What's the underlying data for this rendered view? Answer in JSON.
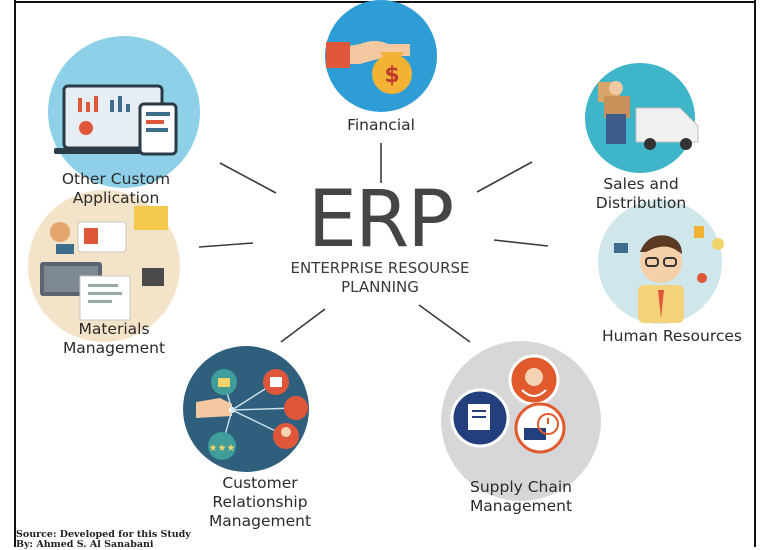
{
  "center": {
    "title": "ERP",
    "subtitle_line1": "ENTERPRISE RESOURSE",
    "subtitle_line2": "PLANNING"
  },
  "modules": [
    {
      "name": "financial",
      "line1": "Financial",
      "line2": "",
      "line3": "",
      "icon": "money-bag-hand-icon",
      "color": "#2e9dd6"
    },
    {
      "name": "sales",
      "line1": "Sales and",
      "line2": "Distribution",
      "line3": "",
      "icon": "delivery-van-icon",
      "color": "#3fb5c9"
    },
    {
      "name": "hr",
      "line1": "Human Resources",
      "line2": "",
      "line3": "",
      "icon": "person-with-ideas-icon",
      "color": "#cfe6ea"
    },
    {
      "name": "scm",
      "line1": "Supply Chain",
      "line2": "Management",
      "line3": "",
      "icon": "supply-chain-icons",
      "color": "#d7d7d7"
    },
    {
      "name": "crm",
      "line1": "Customer",
      "line2": "Relationship",
      "line3": "Management",
      "icon": "network-hand-icon",
      "color": "#2f5f7c"
    },
    {
      "name": "materials",
      "line1": "Materials",
      "line2": "Management",
      "line3": "",
      "icon": "desk-workspace-icon",
      "color": "#f3e3c9"
    },
    {
      "name": "custom",
      "line1": "Other Custom",
      "line2": "Application",
      "line3": "",
      "icon": "devices-dashboard-icon",
      "color": "#8ed0e8"
    }
  ],
  "source": {
    "line1": "Source: Developed for this Study",
    "line2": "By: Ahmed S. Al Sanabani"
  }
}
